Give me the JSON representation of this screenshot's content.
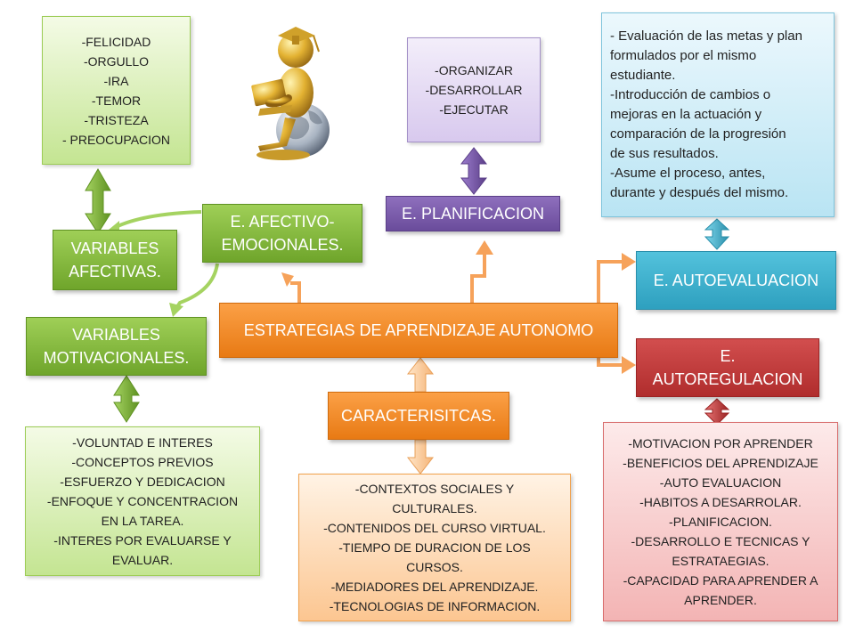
{
  "center": {
    "label": "ESTRATEGIAS DE APRENDIZAJE AUTONOMO"
  },
  "afectivo": {
    "label_lines": [
      "E. AFECTIVO-",
      "EMOCIONALES."
    ],
    "variables_afectivas": [
      "VARIABLES",
      "AFECTIVAS."
    ],
    "emociones": [
      "-FELICIDAD",
      "-ORGULLO",
      "-IRA",
      "-TEMOR",
      "-TRISTEZA",
      "- PREOCUPACION"
    ],
    "variables_motivacionales": [
      "VARIABLES",
      "MOTIVACIONALES."
    ],
    "motivacion_items": [
      "-VOLUNTAD E INTERES",
      "-CONCEPTOS PREVIOS",
      "-ESFUERZO Y DEDICACION",
      "-ENFOQUE Y CONCENTRACION",
      "EN LA TAREA.",
      "-INTERES POR EVALUARSE Y",
      "EVALUAR."
    ]
  },
  "planificacion": {
    "label": "E. PLANIFICACION",
    "items": [
      "-ORGANIZAR",
      "-DESARROLLAR",
      "-EJECUTAR"
    ]
  },
  "autoevaluacion": {
    "label": "E. AUTOEVALUACION",
    "items": [
      "- Evaluación de las metas y plan",
      "formulados por el mismo",
      "estudiante.",
      "-Introducción de cambios o",
      "mejoras en la actuación y",
      "comparación de la progresión",
      "de sus resultados.",
      "-Asume el proceso, antes,",
      "durante y después del mismo."
    ]
  },
  "autoregulacion": {
    "label_lines": [
      "E.",
      "AUTOREGULACION"
    ],
    "items": [
      "-MOTIVACION POR APRENDER",
      "-BENEFICIOS DEL APRENDIZAJE",
      "-AUTO EVALUACION",
      "-HABITOS A DESARROLAR.",
      "-PLANIFICACION.",
      "-DESARROLLO E TECNICAS Y",
      "ESTRATAEGIAS.",
      "-CAPACIDAD PARA APRENDER A",
      "APRENDER."
    ]
  },
  "caracteristicas": {
    "label": "CARACTERISITCAS.",
    "items": [
      "-CONTEXTOS SOCIALES Y",
      "CULTURALES.",
      "-CONTENIDOS DEL CURSO VIRTUAL.",
      "-TIEMPO DE DURACION DE LOS",
      "CURSOS.",
      "-MEDIADORES DEL APRENDIZAJE.",
      "-TECNOLOGIAS DE INFORMACION."
    ]
  },
  "illustration": {
    "icon": "graduate-laptop-globe-icon"
  },
  "colors": {
    "green": "#7fb33a",
    "violet": "#7b5aa9",
    "blue": "#3bb1cf",
    "orange": "#f08a24",
    "red": "#c03a3a"
  }
}
